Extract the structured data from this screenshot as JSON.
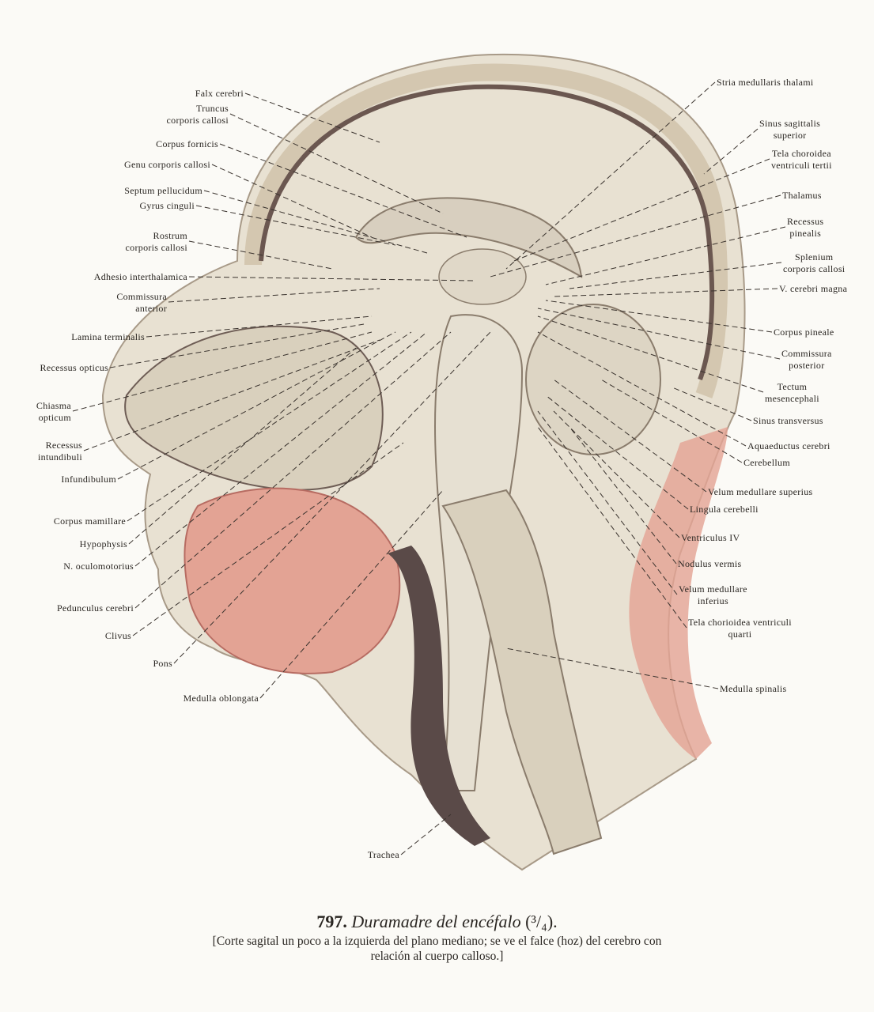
{
  "labels_left": [
    "Falx cerebri",
    "Truncus\ncorporis callosi",
    "Corpus fornicis",
    "Genu corporis callosi",
    "Septum pellucidum",
    "Gyrus cinguli",
    "Rostrum\ncorporis callosi",
    "Adhesio interthalamica",
    "Commissura\nanterior",
    "Lamina terminalis",
    "Recessus opticus",
    "Chiasma\nopticum",
    "Recessus\nintundibuli",
    "Infundibulum",
    "Corpus mamillare",
    "Hypophysis",
    "N. oculomotorius",
    "Pedunculus cerebri",
    "Clivus",
    "Pons",
    "Medulla oblongata",
    "Trachea"
  ],
  "labels_right": [
    "Stria medullaris thalami",
    "Sinus sagittalis\nsuperior",
    "Tela choroidea\nventriculi tertii",
    "Thalamus",
    "Recessus\npinealis",
    "Splenium\ncorporis callosi",
    "V. cerebri magna",
    "Corpus pineale",
    "Commissura\nposterior",
    "Tectum\nmesencephali",
    "Sinus transversus",
    "Aquaeductus cerebri",
    "Cerebellum",
    "Velum medullare superius",
    "Lingula cerebelli",
    "Ventriculus IV",
    "Nodulus vermis",
    "Velum medullare\ninferius",
    "Tela chorioidea ventriculi\nquarti",
    "Medulla spinalis"
  ],
  "caption": {
    "number": "797.",
    "title": "Duramadre del encéfalo",
    "scale": "(³/₄).",
    "description": "[Corte sagital un poco a la izquierda del plano mediano; se ve el falce (hoz) del cerebro con relación al cuerpo calloso.]"
  },
  "colors": {
    "tissue": "#e8e1d2",
    "bone": "#d9d0bd",
    "muscle": "#e3a394",
    "dura": "#6b5750",
    "cavity": "#5a4a48"
  }
}
